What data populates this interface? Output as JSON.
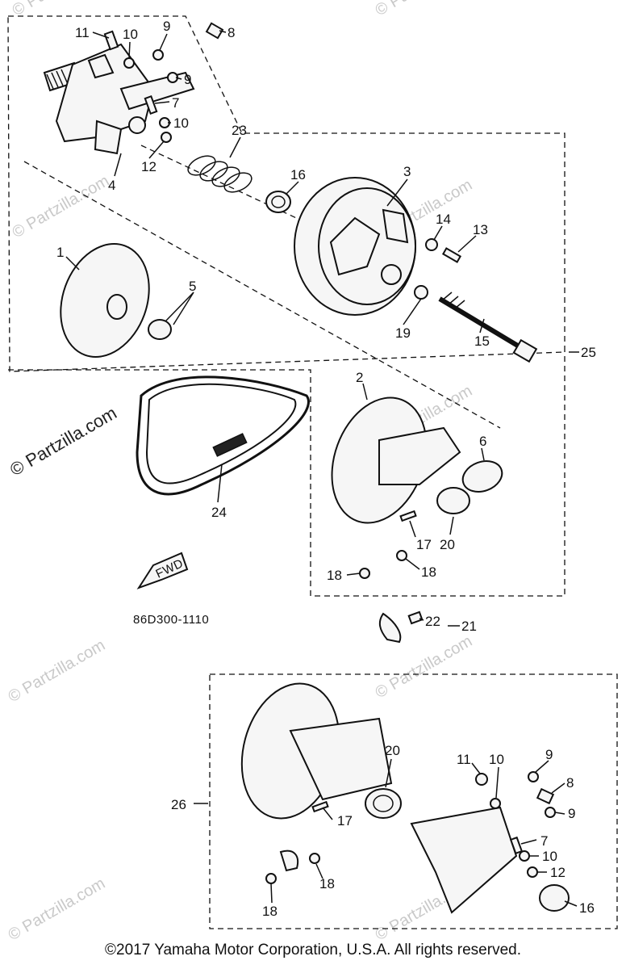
{
  "callouts": [
    "11",
    "10",
    "9",
    "8",
    "9",
    "7",
    "10",
    "23",
    "12",
    "4",
    "16",
    "3",
    "14",
    "13",
    "1",
    "5",
    "19",
    "15",
    "25",
    "2",
    "6",
    "24",
    "20",
    "17",
    "18",
    "18",
    "22",
    "21",
    "20",
    "11",
    "10",
    "9",
    "8",
    "9",
    "7",
    "10",
    "12",
    "17",
    "18",
    "18",
    "16",
    "26"
  ],
  "drawing_code": "86D300-1110",
  "fwd_label": "FWD",
  "watermarks": [
    "© Partzilla.com",
    "© Partzilla.com",
    "© Partzilla.com",
    "© Partzilla.com",
    "© Partzilla.com",
    "© Partzilla.com",
    "© Partzilla.com",
    "© Partzilla.com",
    "© Partzilla.com",
    "© Partzilla.com"
  ],
  "copyright": "©2017 Yamaha Motor Corporation, U.S.A. All rights reserved.",
  "colors": {
    "ink": "#111111",
    "watermark": "#c9c9c9",
    "background": "#ffffff"
  }
}
